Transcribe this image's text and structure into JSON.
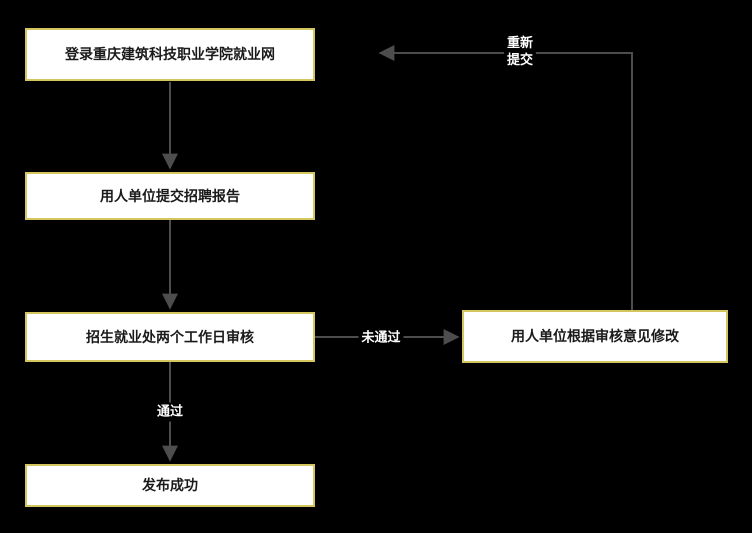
{
  "diagram": {
    "nodes": {
      "login": "登录重庆建筑科技职业学院就业网",
      "submit": "用人单位提交招聘报告",
      "review": "招生就业处两个工作日审核",
      "published": "发布成功",
      "modify": "用人单位根据审核意见修改"
    },
    "edge_labels": {
      "pass": "通过",
      "fail": "未通过",
      "resubmit_line1": "重新",
      "resubmit_line2": "提交"
    },
    "colors": {
      "background": "#000000",
      "node_fill": "#ffffff",
      "node_border": "#d4c55e",
      "node_text": "#1a1a1a",
      "connector": "#4d4d4d",
      "label_text": "#ffffff"
    }
  }
}
